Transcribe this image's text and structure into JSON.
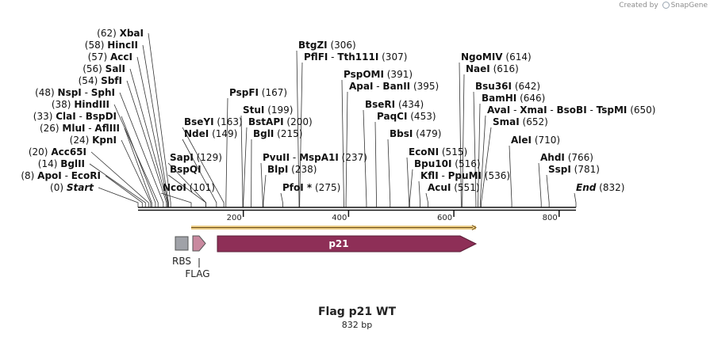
{
  "credit": {
    "prefix": "Created by",
    "brand": "SnapGene"
  },
  "plasmid": {
    "name": "Flag p21 WT",
    "size_label": "832 bp"
  },
  "ruler": {
    "length_bp": 832,
    "ticks": [
      "200",
      "400",
      "600",
      "800"
    ]
  },
  "features": [
    {
      "name": "p21",
      "start": 151,
      "end": 645,
      "color": "#8e2f57",
      "direction": "forward"
    },
    {
      "name": "RBS",
      "start": 70,
      "end": 83,
      "color": "#a0a2a8",
      "direction": "none"
    },
    {
      "name": "FLAG",
      "start": 101,
      "end": 124,
      "color": "#c9899f",
      "direction": "forward"
    }
  ],
  "orf_highlight": {
    "start": 101,
    "end": 642,
    "color": "#e8c67a"
  },
  "sites": [
    {
      "group": "left",
      "label_parts": [
        "Start"
      ],
      "pos_label": "(0)",
      "bp": 0,
      "italic": true
    },
    {
      "group": "left",
      "label_parts": [
        "ApoI",
        "EcoRI"
      ],
      "pos_label": "(8)",
      "bp": 8
    },
    {
      "group": "left",
      "label_parts": [
        "BglII"
      ],
      "pos_label": "(14)",
      "bp": 14
    },
    {
      "group": "left",
      "label_parts": [
        "Acc65I"
      ],
      "pos_label": "(20)",
      "bp": 20
    },
    {
      "group": "left",
      "label_parts": [
        "KpnI"
      ],
      "pos_label": "(24)",
      "bp": 24
    },
    {
      "group": "left",
      "label_parts": [
        "MluI",
        "AflIII"
      ],
      "pos_label": "(26)",
      "bp": 26
    },
    {
      "group": "left",
      "label_parts": [
        "ClaI",
        "BspDI"
      ],
      "pos_label": "(33)",
      "bp": 33
    },
    {
      "group": "left",
      "label_parts": [
        "HindIII"
      ],
      "pos_label": "(38)",
      "bp": 38
    },
    {
      "group": "left",
      "label_parts": [
        "NspI",
        "SphI"
      ],
      "pos_label": "(48)",
      "bp": 48
    },
    {
      "group": "left",
      "label_parts": [
        "SbfI"
      ],
      "pos_label": "(54)",
      "bp": 54
    },
    {
      "group": "left",
      "label_parts": [
        "SalI"
      ],
      "pos_label": "(56)",
      "bp": 56
    },
    {
      "group": "left",
      "label_parts": [
        "AccI"
      ],
      "pos_label": "(57)",
      "bp": 57
    },
    {
      "group": "left",
      "label_parts": [
        "HincII"
      ],
      "pos_label": "(58)",
      "bp": 58
    },
    {
      "group": "left",
      "label_parts": [
        "XbaI"
      ],
      "pos_label": "(62)",
      "bp": 62
    },
    {
      "group": "right",
      "label_parts": [
        "NcoI"
      ],
      "pos_label": "(101)",
      "bp": 101
    },
    {
      "group": "right",
      "label_parts": [
        "BspQI"
      ],
      "pos_label": "",
      "bp": 129
    },
    {
      "group": "right",
      "label_parts": [
        "SapI"
      ],
      "pos_label": "(129)",
      "bp": 129
    },
    {
      "group": "right",
      "label_parts": [
        "NdeI"
      ],
      "pos_label": "(149)",
      "bp": 149
    },
    {
      "group": "right",
      "label_parts": [
        "BseYI"
      ],
      "pos_label": "(163)",
      "bp": 163
    },
    {
      "group": "right",
      "label_parts": [
        "PspFI"
      ],
      "pos_label": "(167)",
      "bp": 167
    },
    {
      "group": "right",
      "label_parts": [
        "StuI"
      ],
      "pos_label": "(199)",
      "bp": 199
    },
    {
      "group": "right",
      "label_parts": [
        "BstAPI"
      ],
      "pos_label": "(200)",
      "bp": 200
    },
    {
      "group": "right",
      "label_parts": [
        "BglI"
      ],
      "pos_label": "(215)",
      "bp": 215
    },
    {
      "group": "right",
      "label_parts": [
        "BlpI"
      ],
      "pos_label": "(238)",
      "bp": 238
    },
    {
      "group": "right",
      "label_parts": [
        "PfoI *"
      ],
      "pos_label": "(275)",
      "bp": 275
    },
    {
      "group": "right",
      "label_parts": [
        "PvuII",
        "MspA1I"
      ],
      "pos_label": "(237)",
      "bp": 237
    },
    {
      "group": "right",
      "label_parts": [
        "PflFI",
        "Tth111I"
      ],
      "pos_label": "(307)",
      "bp": 307
    },
    {
      "group": "right",
      "label_parts": [
        "BtgZI"
      ],
      "pos_label": "(306)",
      "bp": 306
    },
    {
      "group": "right",
      "label_parts": [
        "ApaI",
        "BanII"
      ],
      "pos_label": "(395)",
      "bp": 395
    },
    {
      "group": "right",
      "label_parts": [
        "PspOMI"
      ],
      "pos_label": "(391)",
      "bp": 391
    },
    {
      "group": "right",
      "label_parts": [
        "BseRI"
      ],
      "pos_label": "(434)",
      "bp": 434
    },
    {
      "group": "right",
      "label_parts": [
        "PaqCI"
      ],
      "pos_label": "(453)",
      "bp": 453
    },
    {
      "group": "right",
      "label_parts": [
        "BbsI"
      ],
      "pos_label": "(479)",
      "bp": 479
    },
    {
      "group": "right",
      "label_parts": [
        "EcoNI"
      ],
      "pos_label": "(515)",
      "bp": 515
    },
    {
      "group": "right",
      "label_parts": [
        "Bpu10I"
      ],
      "pos_label": "(516)",
      "bp": 516
    },
    {
      "group": "right",
      "label_parts": [
        "KflI",
        "PpuMI"
      ],
      "pos_label": "(536)",
      "bp": 536
    },
    {
      "group": "right",
      "label_parts": [
        "AcuI"
      ],
      "pos_label": "(551)",
      "bp": 551
    },
    {
      "group": "right",
      "label_parts": [
        "NgoMIV"
      ],
      "pos_label": "(614)",
      "bp": 614
    },
    {
      "group": "right",
      "label_parts": [
        "NaeI"
      ],
      "pos_label": "(616)",
      "bp": 616
    },
    {
      "group": "right",
      "label_parts": [
        "Bsu36I"
      ],
      "pos_label": "(642)",
      "bp": 642
    },
    {
      "group": "right",
      "label_parts": [
        "BamHI"
      ],
      "pos_label": "(646)",
      "bp": 646
    },
    {
      "group": "right",
      "label_parts": [
        "AvaI",
        "XmaI",
        "BsoBI",
        "TspMI"
      ],
      "pos_label": "(650)",
      "bp": 650
    },
    {
      "group": "right",
      "label_parts": [
        "SmaI"
      ],
      "pos_label": "(652)",
      "bp": 652
    },
    {
      "group": "right",
      "label_parts": [
        "AleI"
      ],
      "pos_label": "(710)",
      "bp": 710
    },
    {
      "group": "right",
      "label_parts": [
        "AhdI"
      ],
      "pos_label": "(766)",
      "bp": 766
    },
    {
      "group": "right",
      "label_parts": [
        "SspI"
      ],
      "pos_label": "(781)",
      "bp": 781
    },
    {
      "group": "right",
      "label_parts": [
        "End"
      ],
      "pos_label": "(832)",
      "bp": 832,
      "italic": true
    }
  ]
}
